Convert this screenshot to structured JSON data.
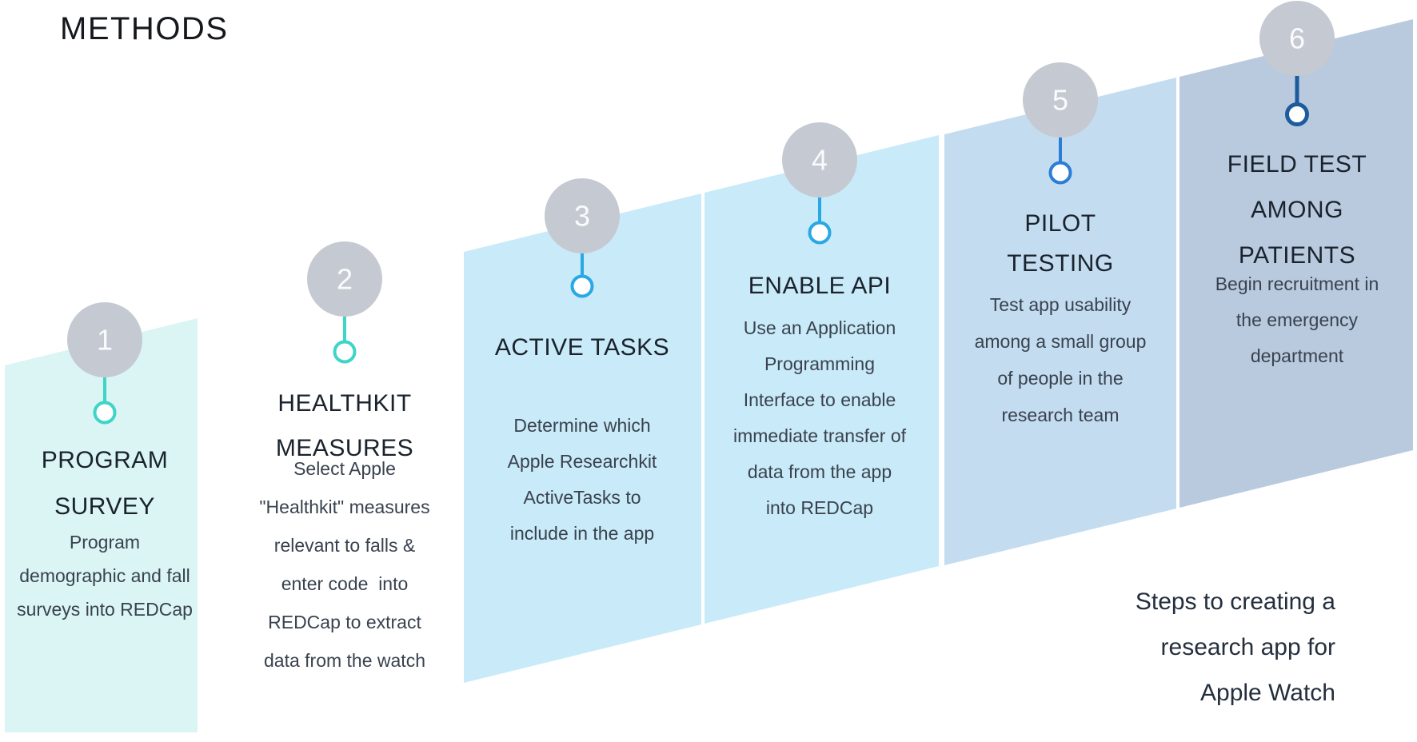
{
  "title": "METHODS",
  "caption": {
    "lines": [
      "Steps to creating a",
      "research app for",
      "Apple Watch"
    ]
  },
  "theme": {
    "background": "#ffffff",
    "circle_gray": "#c5cad2",
    "number_color": "#fafbfc",
    "heading_color": "#1a222c",
    "body_color": "#39424e",
    "title_color": "#15181c",
    "caption_color": "#242f3e",
    "pin_teal": "#3fd4c8",
    "pin_sky_blue": "#29a8e5",
    "pin_medium_blue": "#2b7dd6",
    "pin_navy": "#1d5b9d"
  },
  "steps": [
    {
      "number": "1",
      "title_lines": [
        "PROGRAM",
        "SURVEY"
      ],
      "desc_lines": [
        "Program",
        "demographic and fall",
        "surveys into REDCap"
      ],
      "pin_color": "#3fd4c8",
      "panel_color": "#daf5f3"
    },
    {
      "number": "2",
      "title_lines": [
        "HEALTHKIT",
        "MEASURES"
      ],
      "desc_lines": [
        "Select Apple",
        "\"Healthkit\" measures",
        "relevant to falls &",
        "enter code  into",
        "REDCap to extract",
        "data from the watch"
      ],
      "pin_color": "#3fd4c8",
      "panel_color": "none"
    },
    {
      "number": "3",
      "title_lines": [
        "ACTIVE TASKS"
      ],
      "desc_lines": [
        "Determine which",
        "Apple Researchkit",
        "ActiveTasks to",
        "include in the app"
      ],
      "pin_color": "#29a8e5",
      "panel_color": "#c9eaf8"
    },
    {
      "number": "4",
      "title_lines": [
        "ENABLE API"
      ],
      "desc_lines": [
        "Use an Application",
        "Programming",
        "Interface to enable",
        "immediate transfer of",
        "data from the app",
        "into REDCap"
      ],
      "pin_color": "#29a8e5",
      "panel_color": "#c9eaf8"
    },
    {
      "number": "5",
      "title_lines": [
        "PILOT",
        "TESTING"
      ],
      "desc_lines": [
        "Test app usability",
        "among a small group",
        "of people in the",
        "research team"
      ],
      "pin_color": "#2b7dd6",
      "panel_color": "#c3dcf0"
    },
    {
      "number": "6",
      "title_lines": [
        "FIELD TEST",
        "AMONG",
        "PATIENTS"
      ],
      "desc_lines": [
        "Begin recruitment in",
        "the emergency",
        "department"
      ],
      "pin_color": "#1d5b9d",
      "panel_color": "#b9cadf"
    }
  ]
}
